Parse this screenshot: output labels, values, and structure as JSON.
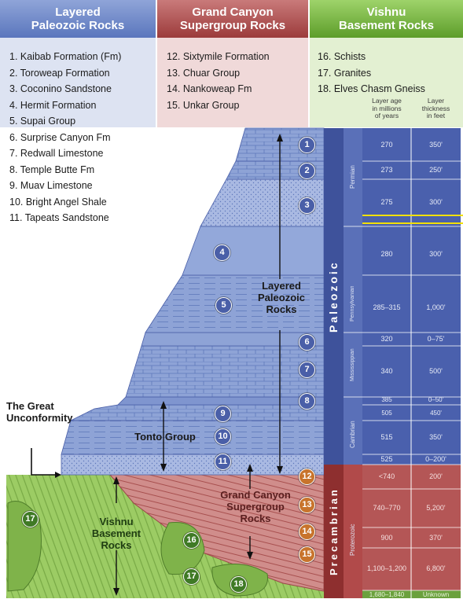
{
  "headers": {
    "paleozoic": [
      "Layered",
      "Paleozoic Rocks"
    ],
    "grand_canyon": [
      "Grand Canyon",
      "Supergroup Rocks"
    ],
    "vishnu": [
      "Vishnu",
      "Basement Rocks"
    ]
  },
  "paleozoic_list": [
    "1. Kaibab Formation (Fm)",
    "2. Toroweap Formation",
    "3. Coconino Sandstone",
    "4. Hermit Formation",
    "5. Supai Group",
    "6. Surprise Canyon Fm",
    "7. Redwall Limestone",
    "8. Temple Butte Fm",
    "9. Muav Limestone",
    "10. Bright Angel Shale",
    "11. Tapeats Sandstone"
  ],
  "grand_canyon_list": [
    "12. Sixtymile Formation",
    "13. Chuar Group",
    "14. Nankoweap Fm",
    "15. Unkar Group"
  ],
  "vishnu_list": [
    "16. Schists",
    "17. Granites",
    "18. Elves Chasm Gneiss"
  ],
  "column_headers": {
    "age": [
      "Layer age",
      "in millions",
      "of years"
    ],
    "thickness": [
      "Layer",
      "thickness",
      "in feet"
    ]
  },
  "eras": {
    "paleozoic": "Paleozoic",
    "precambrian": "Precambrian"
  },
  "periods": {
    "permian": "Permian",
    "pennsylvanian": "Pennsylvanian",
    "mississippian": "Mississippian",
    "cambrian": "Cambrian",
    "proterozoic": "Proterozoic"
  },
  "layers": [
    {
      "age": "270",
      "thickness": "350'"
    },
    {
      "age": "273",
      "thickness": "250'"
    },
    {
      "age": "275",
      "thickness": "300'"
    },
    {
      "age": "280",
      "thickness": "300'"
    },
    {
      "age": "285–315",
      "thickness": "1,000'"
    },
    {
      "age": "320",
      "thickness": "0–75'"
    },
    {
      "age": "340",
      "thickness": "500'"
    },
    {
      "age": "385",
      "thickness": "0–50'"
    },
    {
      "age": "505",
      "thickness": "450'"
    },
    {
      "age": "515",
      "thickness": "350'"
    },
    {
      "age": "525",
      "thickness": "0–200'"
    },
    {
      "age": "<740",
      "thickness": "200'"
    },
    {
      "age": "740–770",
      "thickness": "5,200'"
    },
    {
      "age": "900",
      "thickness": "370'"
    },
    {
      "age": "1,100–1,200",
      "thickness": "6,800'"
    },
    {
      "age": "1,680–1,840",
      "thickness": "Unknown"
    }
  ],
  "labels": {
    "layered": [
      "Layered",
      "Paleozoic",
      "Rocks"
    ],
    "unconformity": [
      "The Great",
      "Unconformity"
    ],
    "tonto": "Tonto Group",
    "gcs": [
      "Grand Canyon",
      "Supergroup",
      "Rocks"
    ],
    "vishnu": [
      "Vishnu",
      "Basement",
      "Rocks"
    ]
  },
  "badges": {
    "n1": "1",
    "n2": "2",
    "n3": "3",
    "n4": "4",
    "n5": "5",
    "n6": "6",
    "n7": "7",
    "n8": "8",
    "n9": "9",
    "n10": "10",
    "n11": "11",
    "n12": "12",
    "n13": "13",
    "n14": "14",
    "n15": "15",
    "n16": "16",
    "n17": "17",
    "n18": "18"
  },
  "colors": {
    "paleozoic": "#7b93cf",
    "grand_canyon": "#c9706f",
    "vishnu": "#8fc35a",
    "highlight": "#f3e000"
  }
}
